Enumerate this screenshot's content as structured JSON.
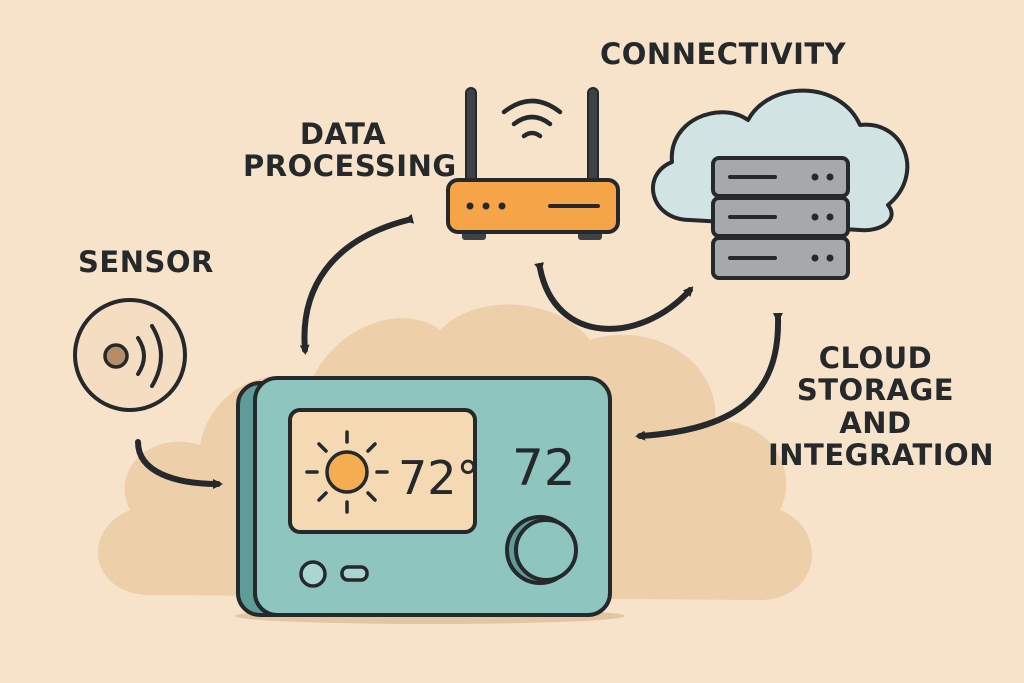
{
  "labels": {
    "connectivity": "CONNECTIVITY",
    "data_processing": [
      "DATA",
      "PROCESSING"
    ],
    "sensor": "SENSOR",
    "cloud": [
      "CLOUD",
      "STORAGE",
      "AND",
      "INTEGRATION"
    ]
  },
  "thermostat": {
    "display_temp": "72°",
    "side_reading": "72"
  },
  "colors": {
    "background": "#f7e3c9",
    "blob": "#edcfaa",
    "device_body": "#8ec5bf",
    "router_body": "#f5a548",
    "cloud_fill": "#d2e3e4",
    "server_fill": "#a6a9a9",
    "sun": "#f5ad52",
    "outline": "#26292b"
  },
  "icons": [
    "sensor-icon",
    "router-icon",
    "wifi-icon",
    "cloud-icon",
    "server-icon",
    "sun-icon",
    "thermostat-icon"
  ]
}
